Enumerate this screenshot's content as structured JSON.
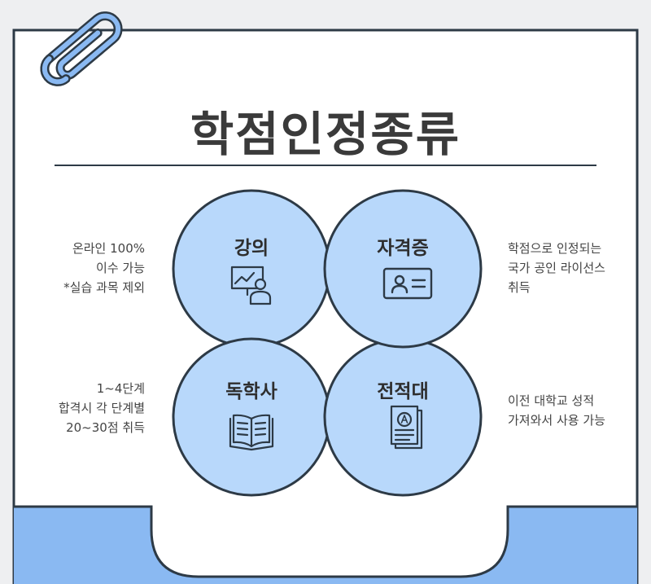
{
  "title": "학점인정종류",
  "colors": {
    "circle_fill": "#b8d8fb",
    "outline": "#2d3a46",
    "card_fill": "#ffffff",
    "bottom_band": "#8ab9f2",
    "clip": "#8ab9f2",
    "background": "#eeeff1"
  },
  "items": [
    {
      "label": "강의",
      "icon": "presentation-icon",
      "description": [
        "온라인 100%",
        "이수 가능",
        "*실습 과목 제외"
      ]
    },
    {
      "label": "자격증",
      "icon": "id-card-icon",
      "description": [
        "학점으로 인정되는",
        "국가 공인 라이선스",
        "취득"
      ]
    },
    {
      "label": "독학사",
      "icon": "open-book-icon",
      "description": [
        "1~4단계",
        "합격시 각 단계별",
        "20~30점 취득"
      ]
    },
    {
      "label": "전적대",
      "icon": "graded-document-icon",
      "description": [
        "이전 대학교 성적",
        "가져와서 사용 가능"
      ]
    }
  ]
}
